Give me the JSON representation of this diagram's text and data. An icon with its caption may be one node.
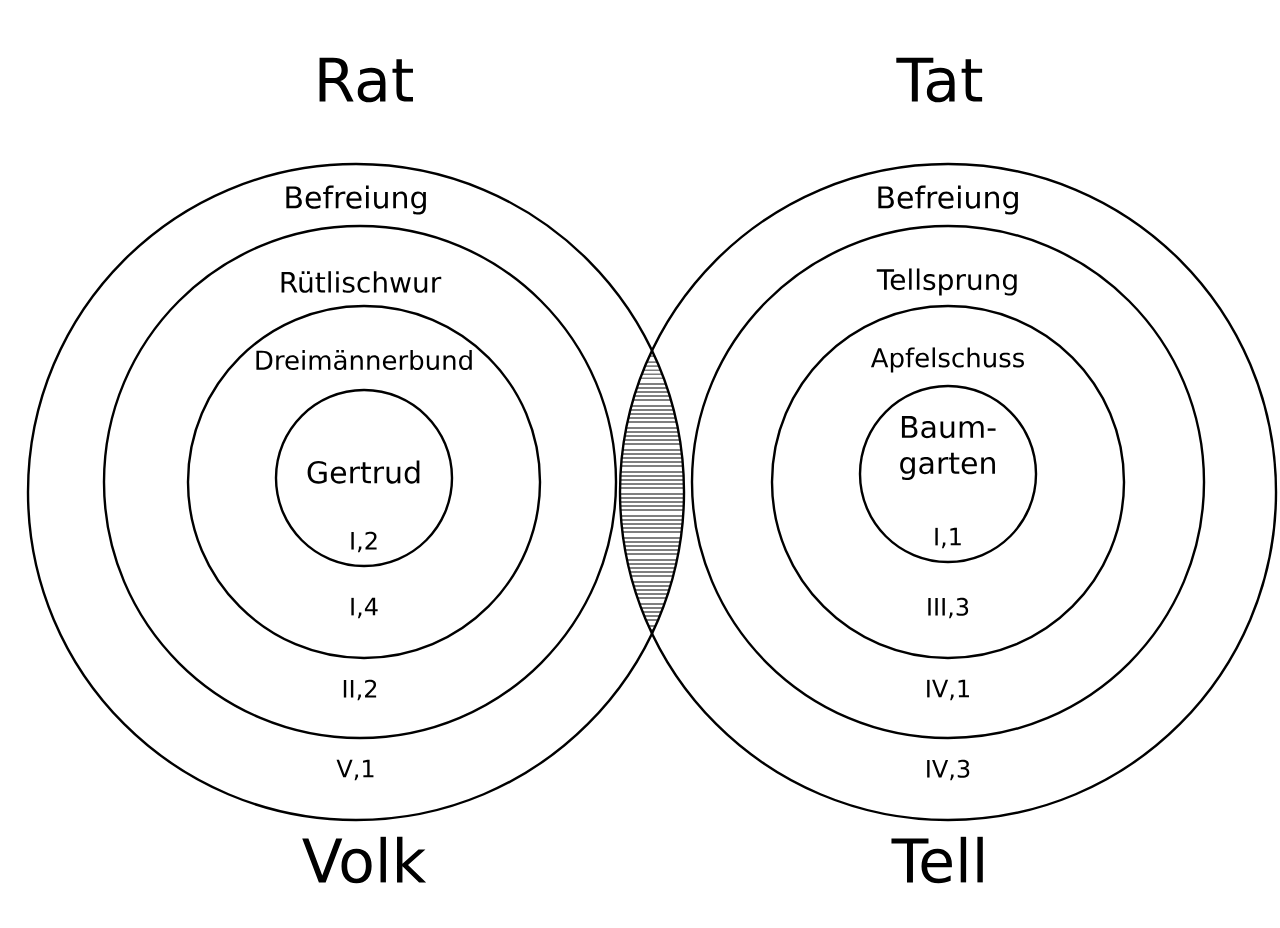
{
  "diagram": {
    "nodes": [
      {
        "text": [
          "Befreiung",
          "V,1"
        ]
      },
      {
        "text": [
          "Rütlischwur",
          "II,2"
        ],
        "in": 0
      },
      {
        "text": [
          "Dreimännerbund",
          "I,4"
        ],
        "in": 1
      },
      {
        "text": [
          "Gertrud",
          "I,2"
        ],
        "in": 2
      },
      {
        "text": [
          "Befreiung",
          "IV,3"
        ]
      },
      {
        "text": [
          "Tellsprung",
          "IV,1"
        ],
        "in": 4
      },
      {
        "text": [
          "Apfelschuss",
          "III,3"
        ],
        "in": 5
      },
      {
        "text": [
          "Baum- garten",
          "I,1"
        ],
        "in": 6
      }
    ],
    "labels": [
      "Rat",
      "Tat",
      "Volk",
      "Tell"
    ]
  }
}
